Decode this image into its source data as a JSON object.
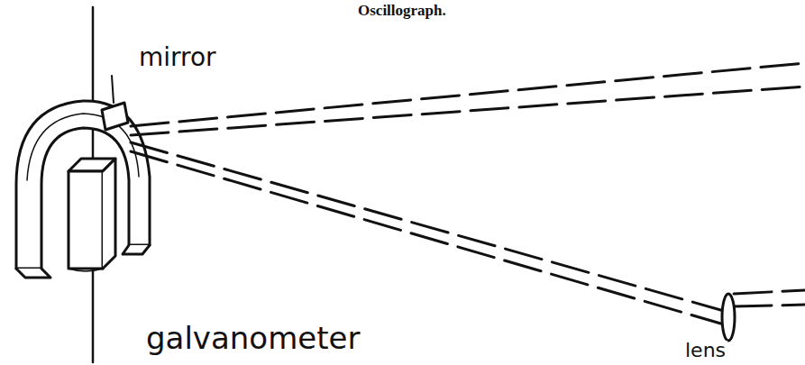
{
  "diagram": {
    "title": "Oscillograph.",
    "labels": [
      "mirror",
      "galvanometer",
      "lens"
    ]
  }
}
